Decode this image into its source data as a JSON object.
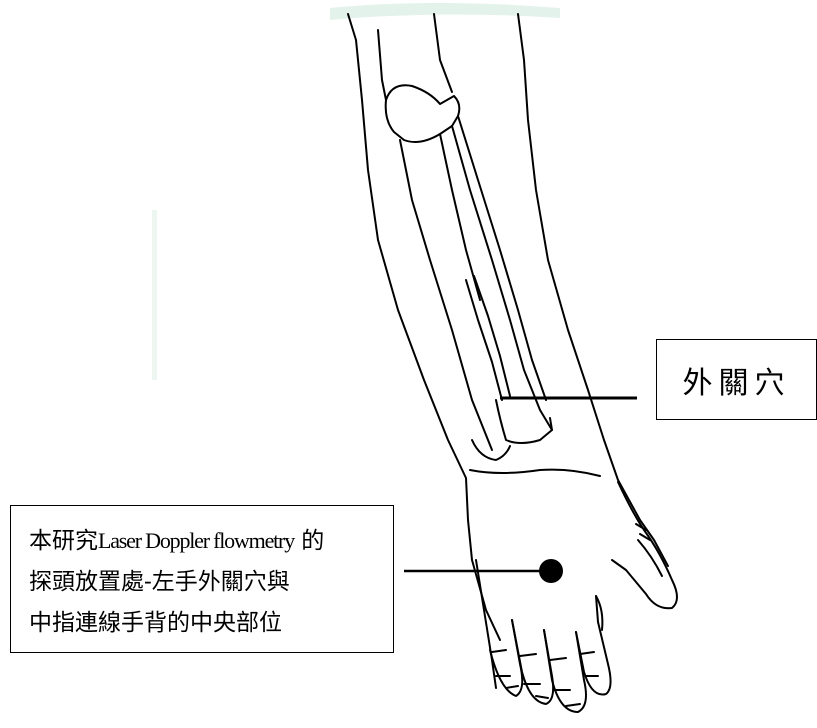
{
  "labels": {
    "acupoint": "外關穴",
    "probe_line_1_prefix": "本研究",
    "probe_line_1_latin": "Laser Doppler flowmetry",
    "probe_line_1_suffix": " 的",
    "probe_line_2": "探頭放置處-左手外關穴與",
    "probe_line_3": "中指連線手背的中央部位"
  },
  "colors": {
    "outline": "#000000",
    "background": "#ffffff",
    "watermark": "#d6ede3"
  }
}
